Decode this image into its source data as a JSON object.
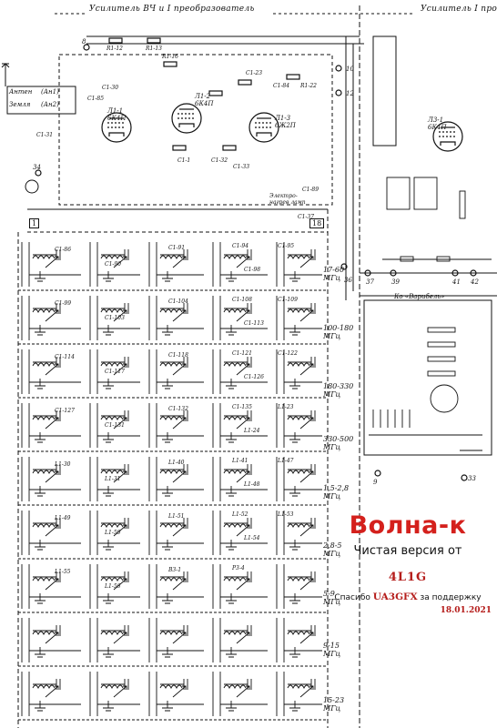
{
  "header": {
    "left_title": "Усилитель ВЧ и I преобразователь",
    "right_title": "Усилитель I пром"
  },
  "antenna_panel": {
    "antenna_label": "Антен",
    "antenna_range": "(Ан1)",
    "ground_label": "Земля",
    "ground_range": "(Ан2)"
  },
  "connectors": {
    "left_block": "1",
    "right_block": "18",
    "electro_label": "Электро-нагрев ламп"
  },
  "tubes": [
    {
      "ref": "Л1-1",
      "type": "6К4П"
    },
    {
      "ref": "Л1-2",
      "type": "6К4П"
    },
    {
      "ref": "Л1-3",
      "type": "6Ж2П"
    },
    {
      "ref": "Л3-1",
      "type": "6К4П"
    }
  ],
  "components": [
    "R1-12",
    "R1-13",
    "R1-16",
    "C1-23",
    "C1-84",
    "R1-22",
    "C1-85",
    "C1-30",
    "C1-31",
    "C1-1",
    "C1-32",
    "C1-33",
    "C1-37",
    "C1-89",
    "C1-86",
    "C1-90",
    "C1-91",
    "C1-94",
    "C1-95",
    "C1-98",
    "C1-99",
    "C1-103",
    "C1-104",
    "C1-108",
    "C1-109",
    "C1-113",
    "C1-114",
    "C1-117",
    "C1-118",
    "C1-121",
    "C1-122",
    "C1-126",
    "C1-127",
    "C1-131",
    "C1-132",
    "C1-135",
    "L1-23",
    "L1-24",
    "L1-30",
    "L1-31",
    "L1-40",
    "L1-41",
    "L1-47",
    "L1-48",
    "L1-49",
    "L1-50",
    "L1-51",
    "L1-52",
    "L1-53",
    "L1-54",
    "L1-55",
    "L1-56",
    "В3-1",
    "Р3-4"
  ],
  "terminals": [
    "8",
    "10",
    "12",
    "36",
    "37",
    "39",
    "41",
    "42",
    "33",
    "34",
    "9"
  ],
  "bands": [
    {
      "range": "17-60",
      "unit": "МГц"
    },
    {
      "range": "100-180",
      "unit": "МГц"
    },
    {
      "range": "180-330",
      "unit": "МГц"
    },
    {
      "range": "330-500",
      "unit": "МГц"
    },
    {
      "range": "1,5-2,8",
      "unit": "МГц"
    },
    {
      "range": "2,8-5",
      "unit": "МГц"
    },
    {
      "range": "5-9",
      "unit": "МГц"
    },
    {
      "range": "9-15",
      "unit": "МГц"
    },
    {
      "range": "15-23",
      "unit": "МГц"
    }
  ],
  "oscillator_label": "Ко «Варибель»",
  "credits": {
    "title": "Волна-к",
    "subtitle": "Чистая версия от",
    "author": "4L1G",
    "thanks_prefix": "Спасибо",
    "thanks_name": "UA3GFX",
    "thanks_suffix": "за поддержку",
    "date": "18.01.2021"
  },
  "colors": {
    "ink": "#111111",
    "accent_red": "#d4201c",
    "credit_red": "#b51d1b"
  }
}
